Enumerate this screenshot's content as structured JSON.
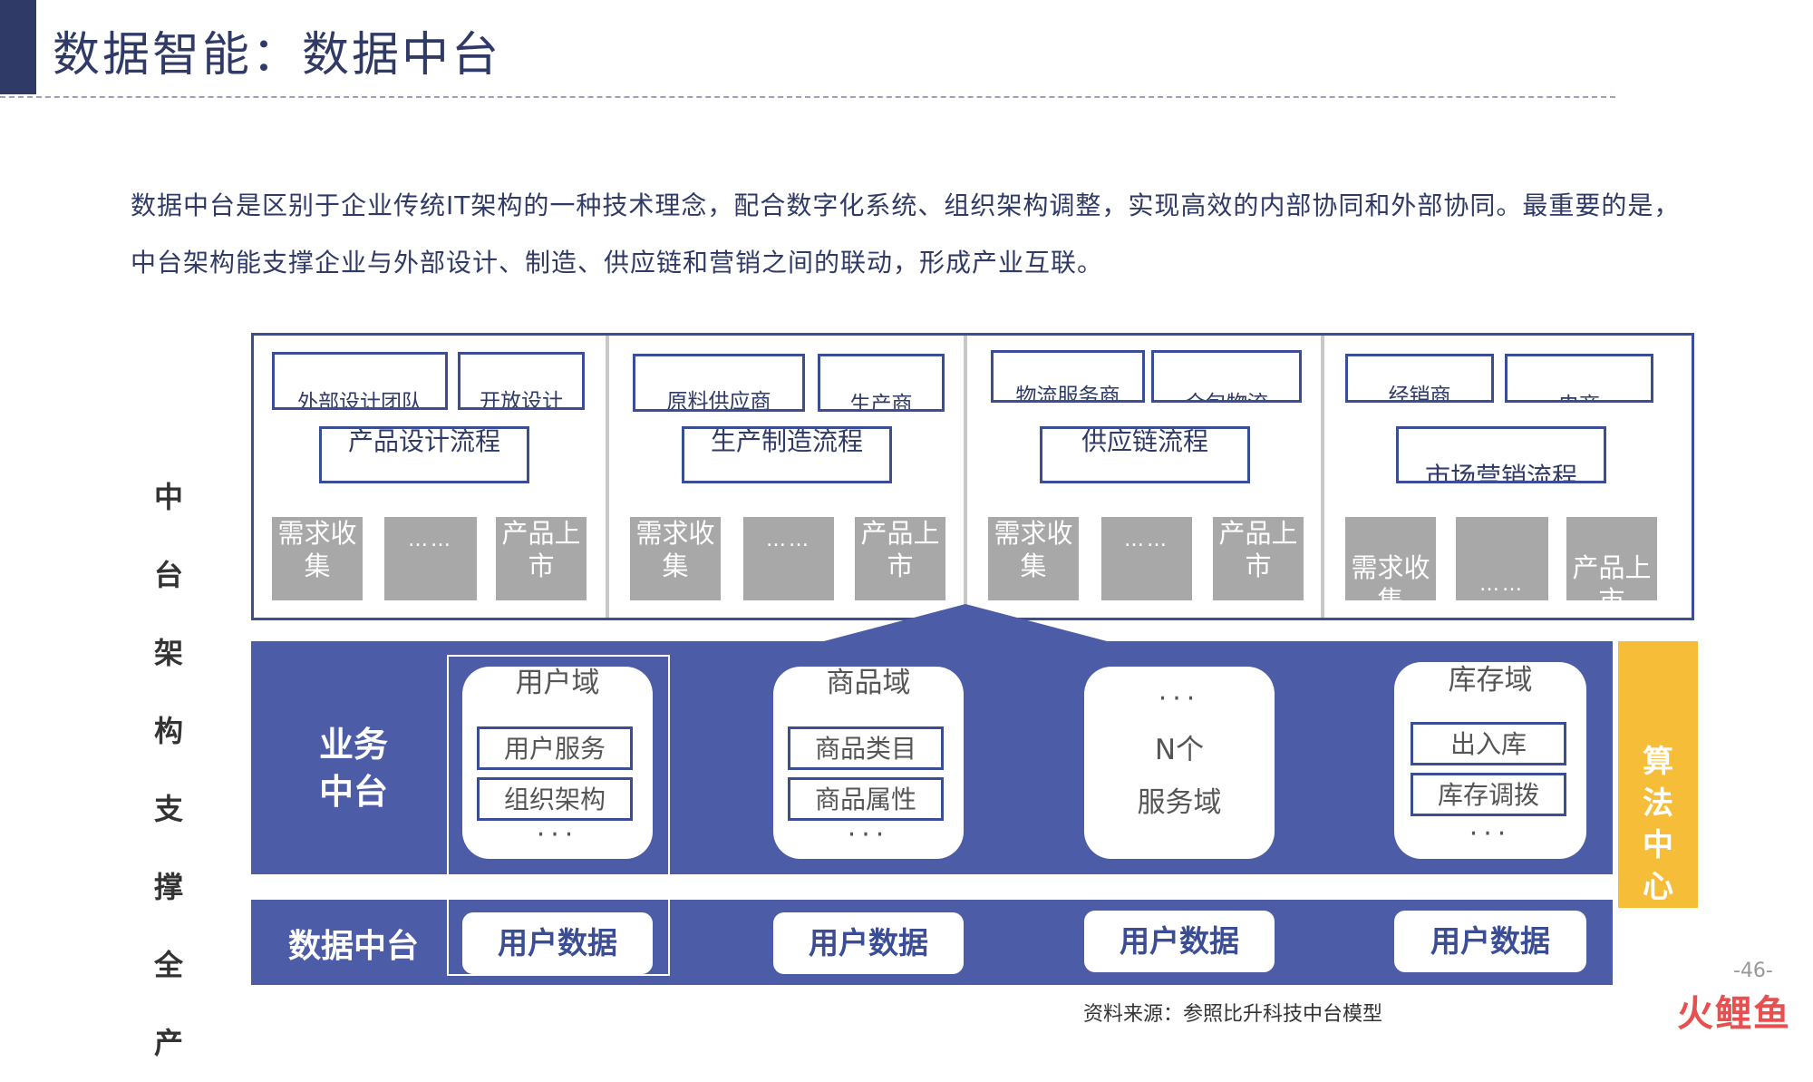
{
  "title": "数据智能：数据中台",
  "intro": {
    "line1": "数据中台是区别于企业传统IT架构的一种技术理念，配合数字化系统、组织架构调整，实现高效的内部协同和外部协同。最重要的是，",
    "line2": "中台架构能支撑企业与外部设计、制造、供应链和营销之间的联动，形成产业互联。"
  },
  "side_label": [
    "中",
    "台",
    "架",
    "构",
    "支",
    "撑",
    "全",
    "产"
  ],
  "processes": [
    {
      "partners": [
        "外部设计团队",
        "开放设计"
      ],
      "flow": "产品设计流程",
      "steps": [
        "需求收集",
        "……",
        "产品上市"
      ]
    },
    {
      "partners": [
        "原料供应商",
        "生产商"
      ],
      "flow": "生产制造流程",
      "steps": [
        "需求收集",
        "……",
        "产品上市"
      ]
    },
    {
      "partners": [
        "物流服务商",
        "众包物流"
      ],
      "flow": "供应链流程",
      "steps": [
        "需求收集",
        "……",
        "产品上市"
      ]
    },
    {
      "partners": [
        "经销商",
        "电商"
      ],
      "flow": "市场营销流程",
      "steps": [
        "需求收集",
        "……",
        "产品上市"
      ]
    }
  ],
  "business": {
    "label_line1": "业务",
    "label_line2": "中台",
    "domains": [
      {
        "title": "用户域",
        "services": [
          "用户服务",
          "组织架构"
        ],
        "more": "···"
      },
      {
        "title": "商品域",
        "services": [
          "商品类目",
          "商品属性"
        ],
        "more": "···"
      },
      {
        "title": "···",
        "services": [
          "N个",
          "服务域"
        ],
        "more": ""
      },
      {
        "title": "库存域",
        "services": [
          "出入库",
          "库存调拨"
        ],
        "more": "···"
      }
    ]
  },
  "data_platform": {
    "label": "数据中台",
    "items": [
      "用户数据",
      "用户数据",
      "用户数据",
      "用户数据"
    ]
  },
  "algorithm": [
    "算",
    "法",
    "中",
    "心"
  ],
  "source": "资料来源：参照比升科技中台模型",
  "page_number": "-46-",
  "logo": "火鲤鱼",
  "colors": {
    "navy": "#3b4d94",
    "band": "#4d5ca6",
    "gold": "#f6bd39",
    "gray": "#a8a8a8"
  }
}
